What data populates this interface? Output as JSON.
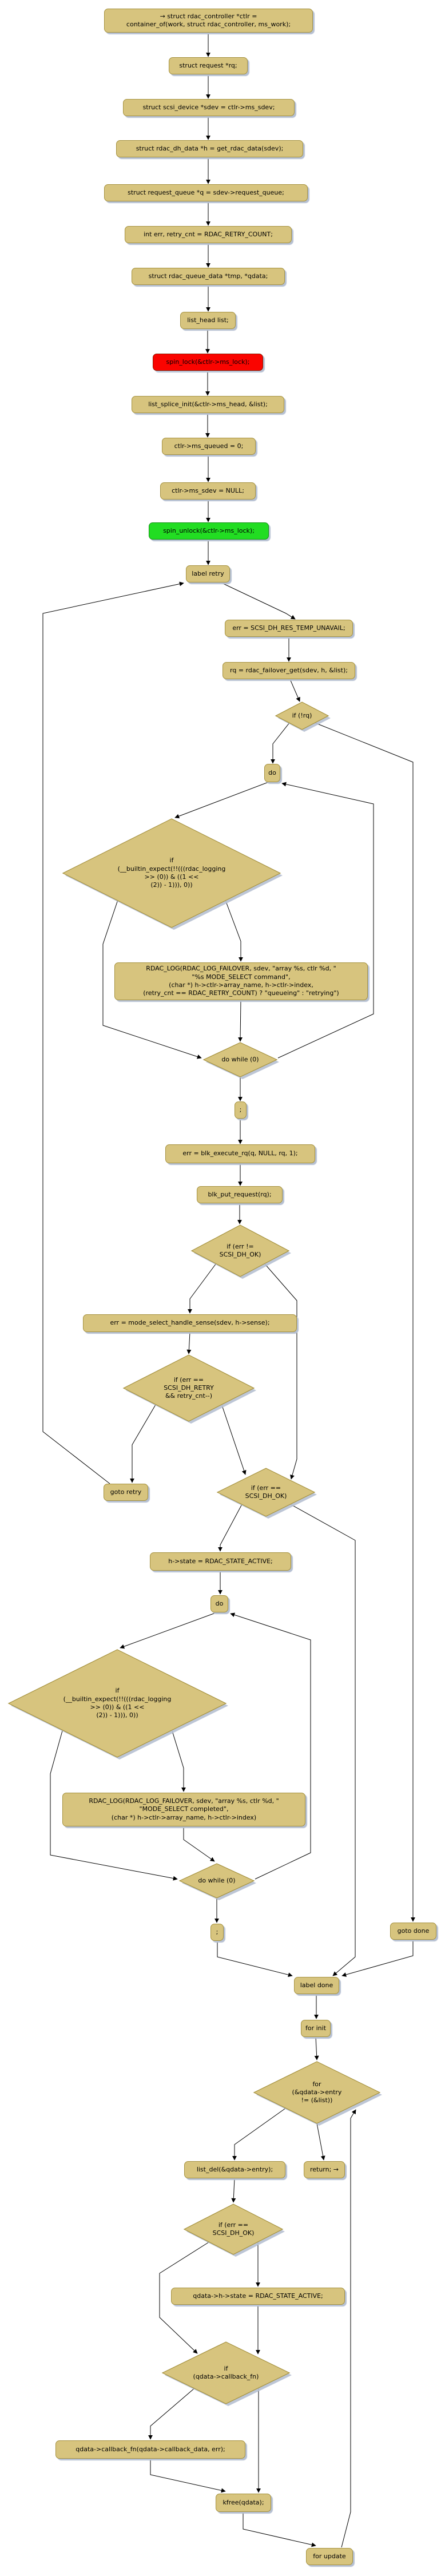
{
  "diagram": {
    "type": "control-flow-graph",
    "function": "send_mode_select",
    "colors": {
      "background": "#ffffff",
      "node_fill": "#d7c47e",
      "node_border": "#a5913e",
      "red_fill": "#fa0400",
      "red_border": "#8d1a00",
      "green_fill": "#22dd22",
      "green_border": "#159015",
      "shadow": "#b6c0d2",
      "edge": "#000000"
    },
    "nodes": [
      {
        "id": "entry",
        "shape": "box",
        "color": "tan",
        "label": "→ struct rdac_controller *ctlr =\ncontainer_of(work, struct rdac_controller, ms_work);"
      },
      {
        "id": "decl-rq",
        "shape": "box",
        "color": "tan",
        "label": "struct request *rq;"
      },
      {
        "id": "decl-sdev",
        "shape": "box",
        "color": "tan",
        "label": "struct scsi_device *sdev = ctlr->ms_sdev;"
      },
      {
        "id": "decl-h",
        "shape": "box",
        "color": "tan",
        "label": "struct rdac_dh_data *h = get_rdac_data(sdev);"
      },
      {
        "id": "decl-q",
        "shape": "box",
        "color": "tan",
        "label": "struct request_queue *q = sdev->request_queue;"
      },
      {
        "id": "decl-err",
        "shape": "box",
        "color": "tan",
        "label": "int err, retry_cnt = RDAC_RETRY_COUNT;"
      },
      {
        "id": "decl-tmp",
        "shape": "box",
        "color": "tan",
        "label": "struct rdac_queue_data *tmp, *qdata;"
      },
      {
        "id": "list-head",
        "shape": "box",
        "color": "tan",
        "label": "list_head list;"
      },
      {
        "id": "spin-lock",
        "shape": "box",
        "color": "red",
        "label": "spin_lock(&ctlr->ms_lock);"
      },
      {
        "id": "list-splice",
        "shape": "box",
        "color": "tan",
        "label": "list_splice_init(&ctlr->ms_head, &list);"
      },
      {
        "id": "ms-queued",
        "shape": "box",
        "color": "tan",
        "label": "ctlr->ms_queued = 0;"
      },
      {
        "id": "ms-sdev-null",
        "shape": "box",
        "color": "tan",
        "label": "ctlr->ms_sdev = NULL;"
      },
      {
        "id": "spin-unlock",
        "shape": "box",
        "color": "green",
        "label": "spin_unlock(&ctlr->ms_lock);"
      },
      {
        "id": "label-retry",
        "shape": "box",
        "color": "tan",
        "label": "label retry"
      },
      {
        "id": "err-temp-unavail",
        "shape": "box",
        "color": "tan",
        "label": "err = SCSI_DH_RES_TEMP_UNAVAIL;"
      },
      {
        "id": "failover-get",
        "shape": "box",
        "color": "tan",
        "label": "rq = rdac_failover_get(sdev, h, &list);"
      },
      {
        "id": "if-not-rq",
        "shape": "diamond",
        "color": "tan",
        "label": "if (!rq)"
      },
      {
        "id": "do-1",
        "shape": "box",
        "color": "tan",
        "label": "do"
      },
      {
        "id": "if-builtin-1",
        "shape": "diamond",
        "color": "tan",
        "label": "if\n(__builtin_expect(!!(((rdac_logging\n>> (0)) & ((1 <<\n(2)) - 1))), 0))"
      },
      {
        "id": "rdac-log-queueing",
        "shape": "box",
        "color": "tan",
        "label": "RDAC_LOG(RDAC_LOG_FAILOVER, sdev, \"array %s, ctlr %d, \"\n\"%s MODE_SELECT command\",\n(char *) h->ctlr->array_name, h->ctlr->index,\n(retry_cnt == RDAC_RETRY_COUNT) ? \"queueing\" : \"retrying\")"
      },
      {
        "id": "do-while-1",
        "shape": "diamond",
        "color": "tan",
        "label": "do while (0)"
      },
      {
        "id": "semicolon-1",
        "shape": "box",
        "color": "tan",
        "label": ";"
      },
      {
        "id": "blk-execute",
        "shape": "box",
        "color": "tan",
        "label": "err = blk_execute_rq(q, NULL, rq, 1);"
      },
      {
        "id": "blk-put",
        "shape": "box",
        "color": "tan",
        "label": "blk_put_request(rq);"
      },
      {
        "id": "if-err-ne-ok",
        "shape": "diamond",
        "color": "tan",
        "label": "if (err !=\nSCSI_DH_OK)"
      },
      {
        "id": "handle-sense",
        "shape": "box",
        "color": "tan",
        "label": "err = mode_select_handle_sense(sdev, h->sense);"
      },
      {
        "id": "if-err-retry",
        "shape": "diamond",
        "color": "tan",
        "label": "if (err ==\nSCSI_DH_RETRY\n&& retry_cnt--)"
      },
      {
        "id": "goto-retry",
        "shape": "box",
        "color": "tan",
        "label": "goto retry"
      },
      {
        "id": "if-err-ok-1",
        "shape": "diamond",
        "color": "tan",
        "label": "if (err ==\nSCSI_DH_OK)"
      },
      {
        "id": "h-state-active",
        "shape": "box",
        "color": "tan",
        "label": "h->state = RDAC_STATE_ACTIVE;"
      },
      {
        "id": "do-2",
        "shape": "box",
        "color": "tan",
        "label": "do"
      },
      {
        "id": "if-builtin-2",
        "shape": "diamond",
        "color": "tan",
        "label": "if\n(__builtin_expect(!!(((rdac_logging\n>> (0)) & ((1 <<\n(2)) - 1))), 0))"
      },
      {
        "id": "rdac-log-completed",
        "shape": "box",
        "color": "tan",
        "label": "RDAC_LOG(RDAC_LOG_FAILOVER, sdev, \"array %s, ctlr %d, \"\n\"MODE_SELECT completed\",\n(char *) h->ctlr->array_name, h->ctlr->index)"
      },
      {
        "id": "do-while-2",
        "shape": "diamond",
        "color": "tan",
        "label": "do while (0)"
      },
      {
        "id": "semicolon-2",
        "shape": "box",
        "color": "tan",
        "label": ";"
      },
      {
        "id": "goto-done",
        "shape": "box",
        "color": "tan",
        "label": "goto done"
      },
      {
        "id": "label-done",
        "shape": "box",
        "color": "tan",
        "label": "label done"
      },
      {
        "id": "for-init",
        "shape": "box",
        "color": "tan",
        "label": "for init"
      },
      {
        "id": "for-cond",
        "shape": "diamond",
        "color": "tan",
        "label": "for\n(&qdata->entry\n!= (&list))"
      },
      {
        "id": "list-del",
        "shape": "box",
        "color": "tan",
        "label": "list_del(&qdata->entry);"
      },
      {
        "id": "return",
        "shape": "box",
        "color": "tan",
        "label": "return; →"
      },
      {
        "id": "if-err-ok-2",
        "shape": "diamond",
        "color": "tan",
        "label": "if (err ==\nSCSI_DH_OK)"
      },
      {
        "id": "qdata-state-active",
        "shape": "box",
        "color": "tan",
        "label": "qdata->h->state = RDAC_STATE_ACTIVE;"
      },
      {
        "id": "if-callback",
        "shape": "diamond",
        "color": "tan",
        "label": "if\n(qdata->callback_fn)"
      },
      {
        "id": "callback-call",
        "shape": "box",
        "color": "tan",
        "label": "qdata->callback_fn(qdata->callback_data, err);"
      },
      {
        "id": "kfree",
        "shape": "box",
        "color": "tan",
        "label": "kfree(qdata);"
      },
      {
        "id": "for-update",
        "shape": "box",
        "color": "tan",
        "label": "for update"
      }
    ]
  }
}
